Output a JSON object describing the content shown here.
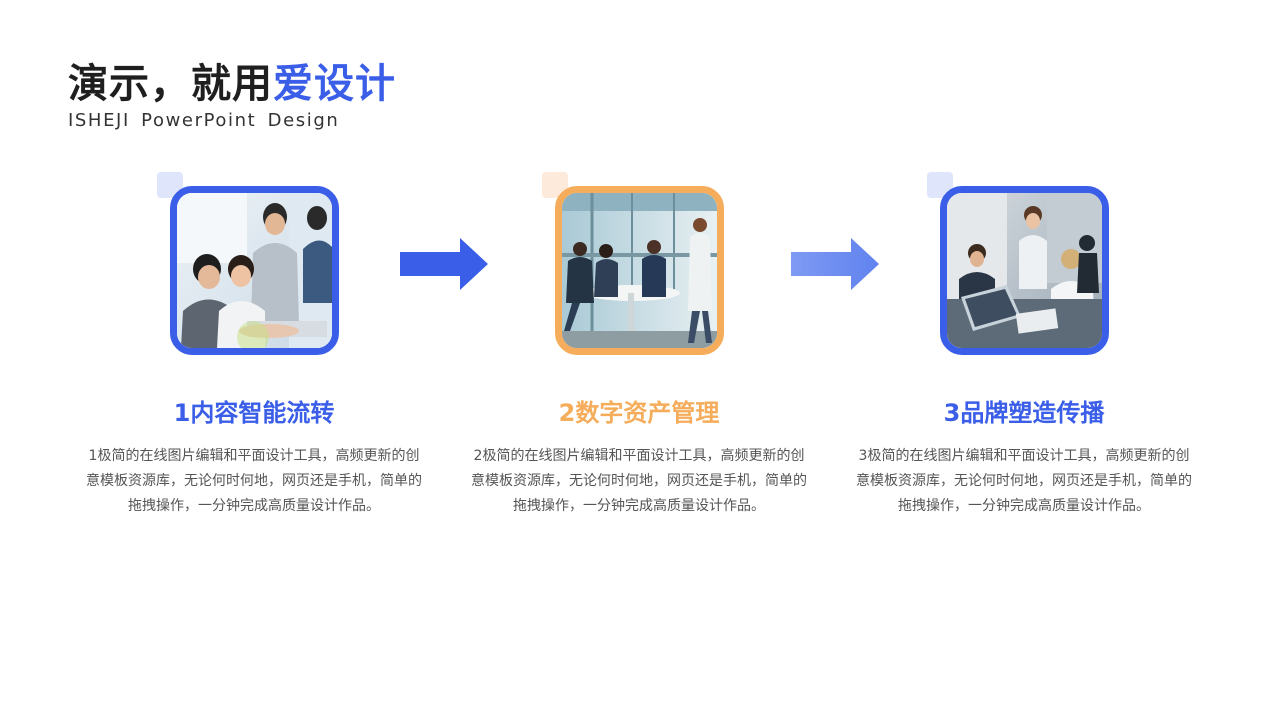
{
  "header": {
    "title_main": "演示，就用",
    "title_accent": "爱设计",
    "subtitle": "ISHEJI PowerPoint Design"
  },
  "colors": {
    "blue": "#3a5ee8",
    "orange": "#f6ad5b",
    "light_blue": "#6f8ef2",
    "square_blue": "#dfe5fb",
    "square_orange": "#fdeadb"
  },
  "steps": [
    {
      "title": "1内容智能流转",
      "description": "1极简的在线图片编辑和平面设计工具，高频更新的创意模板资源库，无论何时何地，网页还是手机，简单的拖拽操作，一分钟完成高质量设计作品。",
      "accent": "#3a5ee8",
      "photo": "team-meeting-photo"
    },
    {
      "title": "2数字资产管理",
      "description": "2极简的在线图片编辑和平面设计工具，高频更新的创意模板资源库，无论何时何地，网页还是手机，简单的拖拽操作，一分钟完成高质量设计作品。",
      "accent": "#f6ad5b",
      "photo": "office-discussion-photo"
    },
    {
      "title": "3品牌塑造传播",
      "description": "3极简的在线图片编辑和平面设计工具，高频更新的创意模板资源库，无论何时何地，网页还是手机，简单的拖拽操作，一分钟完成高质量设计作品。",
      "accent": "#3a5ee8",
      "photo": "business-team-laptop-photo"
    }
  ],
  "arrows": [
    "arrow-right-icon",
    "arrow-right-icon"
  ]
}
